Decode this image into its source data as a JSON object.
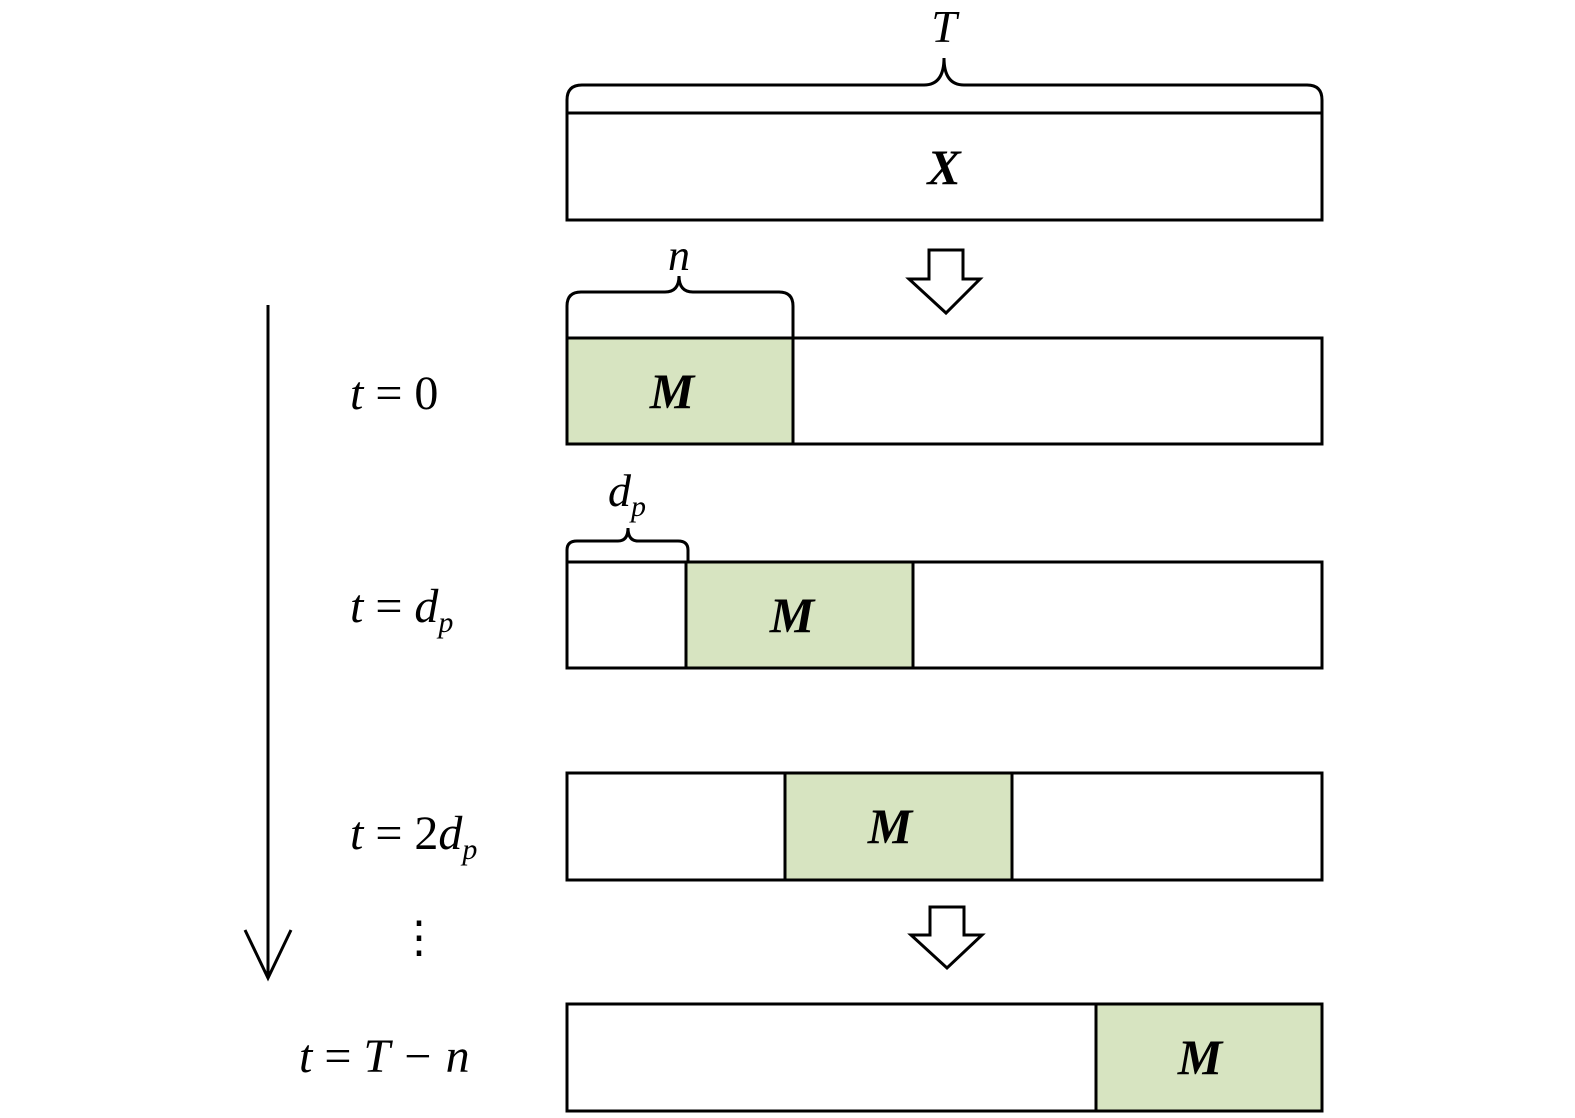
{
  "window_color": "#d7e4c1",
  "labels": {
    "T": "T",
    "X": "X",
    "n": "n",
    "dp_d": "d",
    "dp_sub": "p",
    "M": "M",
    "vdots": "⋮"
  },
  "steps": [
    {
      "t": "t",
      "eq": " = ",
      "rhs": "0",
      "rhs_var": "",
      "sub": "",
      "tail": ""
    },
    {
      "t": "t",
      "eq": " = ",
      "rhs": "",
      "rhs_var": "d",
      "sub": "p",
      "tail": ""
    },
    {
      "t": "t",
      "eq": " = ",
      "rhs": "2",
      "rhs_var": "d",
      "sub": "p",
      "tail": ""
    },
    {
      "t": "t",
      "eq": " = ",
      "rhs": "",
      "rhs_var": "T",
      "sub": "",
      "tail": " − n"
    }
  ]
}
